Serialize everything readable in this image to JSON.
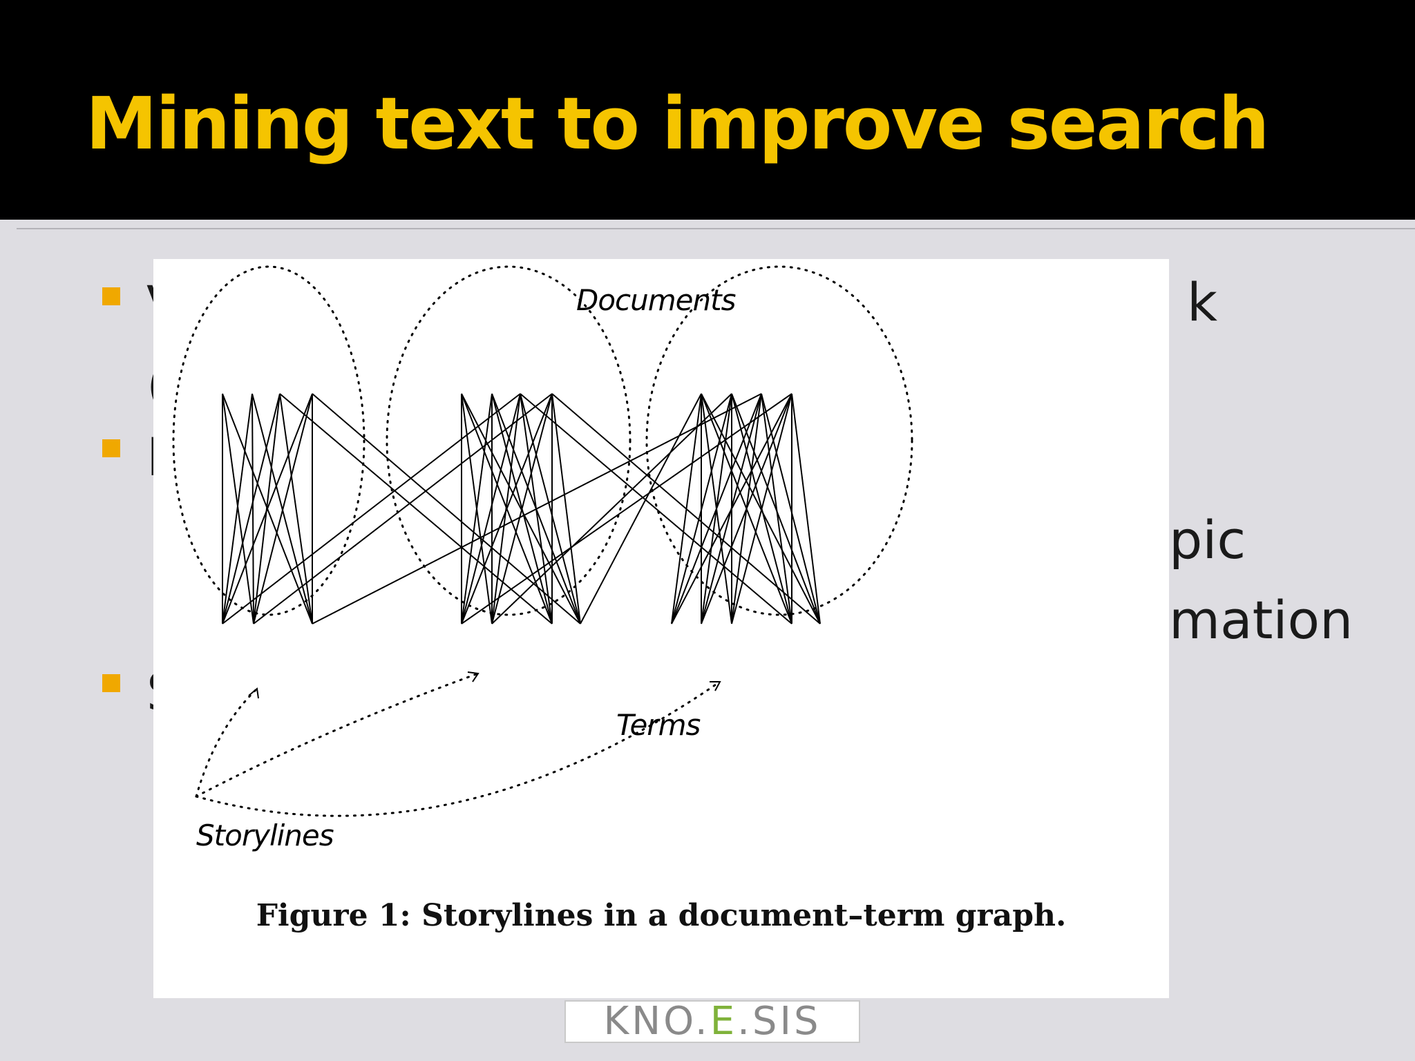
{
  "slide": {
    "title": "Mining text to improve search",
    "bullet_fragments": {
      "b1_start": "V",
      "b1_end": "k",
      "b1_line2_start": "(",
      "b2_start": "I",
      "b2_line2_end": "pic",
      "b2_line3_end": "mation",
      "b3_start": "S"
    }
  },
  "figure": {
    "label_documents": "Documents",
    "label_terms": "Terms",
    "label_storylines": "Storylines",
    "caption": "Figure 1: Storylines in a document–term graph."
  },
  "logo": {
    "part1": "KNO.",
    "accent": "E",
    "part2": ".SIS"
  },
  "colors": {
    "title_bar": "#000000",
    "title_text": "#f5c400",
    "bullet": "#f0a800",
    "slide_background": "#dedde2",
    "logo_accent": "#7fb23a"
  }
}
